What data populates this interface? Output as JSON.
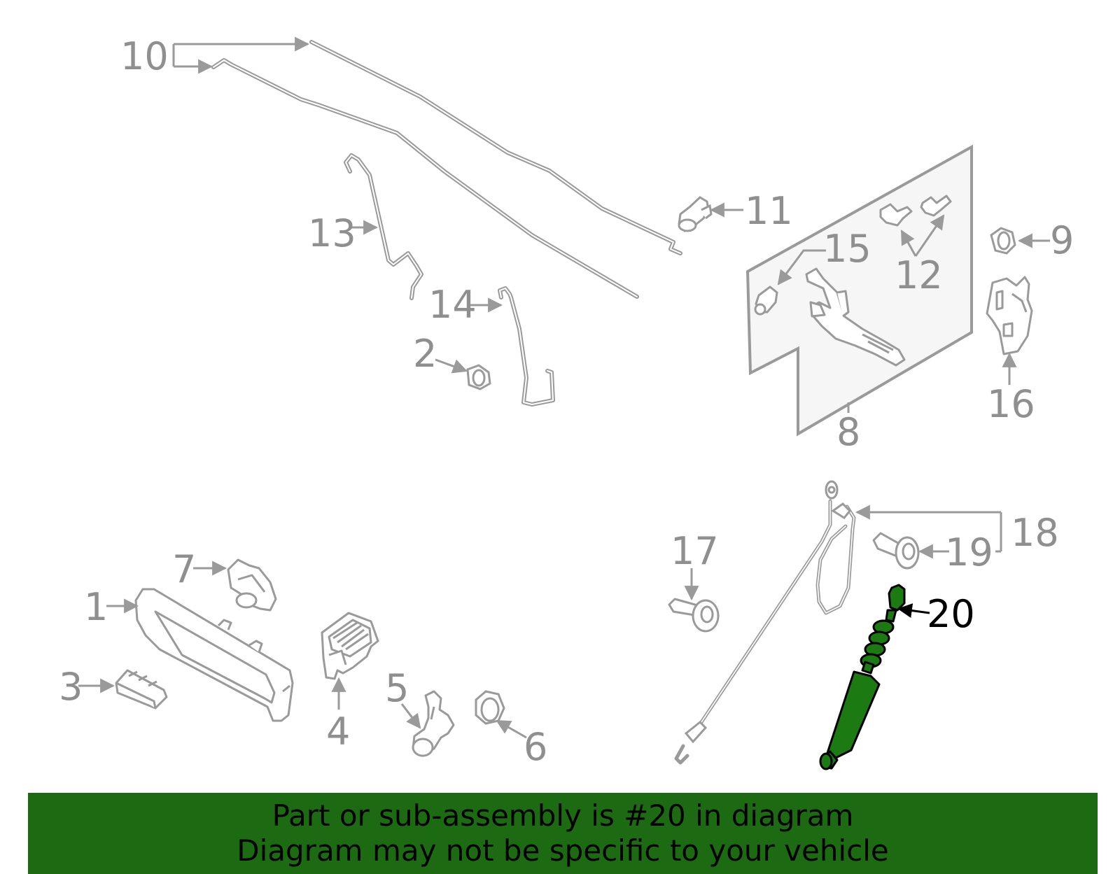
{
  "callouts": {
    "c1": "1",
    "c2": "2",
    "c3": "3",
    "c4": "4",
    "c5": "5",
    "c6": "6",
    "c7": "7",
    "c8": "8",
    "c9": "9",
    "c10": "10",
    "c11": "11",
    "c12": "12",
    "c13": "13",
    "c14": "14",
    "c15": "15",
    "c16": "16",
    "c17": "17",
    "c18": "18",
    "c19": "19",
    "c20": "20"
  },
  "banner": {
    "line1": "Part or sub-assembly is #20 in diagram",
    "line2": "Diagram may not be specific to your vehicle"
  },
  "colors": {
    "line": "#9a9a9a",
    "highlight_part": "#1c7a12",
    "banner_bg": "#1c6b12",
    "text": "#000000"
  },
  "highlighted_part": "20"
}
